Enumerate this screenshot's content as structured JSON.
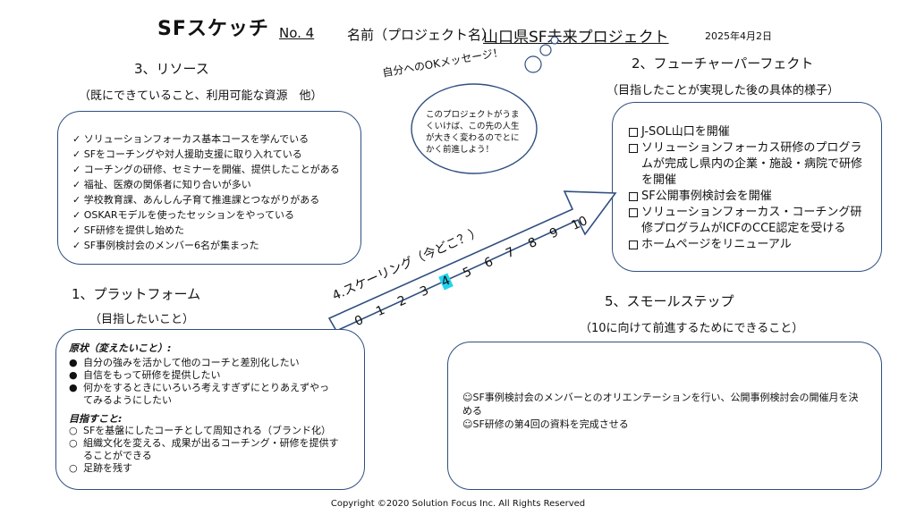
{
  "header": {
    "title": "SFスケッチ",
    "no_label": "No. 4",
    "name_label": "名前（プロジェクト名）",
    "project": "山口県SF未来プロジェクト",
    "date": "2025年4月2日"
  },
  "resources": {
    "heading": "3、リソース",
    "sub": "（既にできていること、利用可能な資源　他）",
    "items": [
      "ソリューションフォーカス基本コースを学んでいる",
      "SFをコーチングや対人援助支援に取り入れている",
      "コーチングの研修、セミナーを開催、提供したことがある",
      "福祉、医療の関係者に知り合いが多い",
      "学校教育課、あんしん子育て推進課とつながりがある",
      "OSKARモデルを使ったセッションをやっている",
      "SF研修を提供し始めた",
      "SF事例検討会のメンバー6名が集まった"
    ]
  },
  "bubble": {
    "ok_label": "自分へのOKメッセージ！",
    "message": "このプロジェクトがうまくいけば、この先の人生が大きく変わるのでとにかく前進しよう！"
  },
  "future": {
    "heading": "2、フューチャーパーフェクト",
    "sub": "（目指したことが実現した後の具体的様子）",
    "items": [
      "J-SOL山口を開催",
      "ソリューションフォーカス研修のプログラムが完成し県内の企業・施設・病院で研修を開催",
      "SF公開事例検討会を開催",
      "ソリューションフォーカス・コーチング研修プログラムがICFのCCE認定を受ける",
      "ホームページをリニューアル"
    ]
  },
  "scaling": {
    "label": "4.スケーリング（今どこ？）",
    "numbers": [
      "0",
      "1",
      "2",
      "3",
      "4",
      "5",
      "6",
      "7",
      "8",
      "9",
      "10"
    ],
    "current": "4",
    "highlight_color": "#22d3ee"
  },
  "platform": {
    "heading": "1、プラットフォーム",
    "sub": "（目指したいこと）",
    "current_label": "原状（変えたいこと）:",
    "current_items": [
      "自分の強みを活かして他のコーチと差別化したい",
      "自信をもって研修を提供したい",
      "何かをするときにいろいろ考えすぎずにとりあえずやってみるようにしたい"
    ],
    "goal_label": "目指すこと:",
    "goal_items": [
      "SFを基盤にしたコーチとして周知される（ブランド化）",
      "組織文化を変える、成果が出るコーチング・研修を提供することができる",
      "足跡を残す"
    ]
  },
  "small_steps": {
    "heading": "5、スモールステップ",
    "sub": "（10に向けて前進するためにできること）",
    "items": [
      "☺SF事例検討会のメンバーとのオリエンテーションを行い、公開事例検討会の開催月を決める",
      "☺SF研修の第4回の資料を完成させる"
    ]
  },
  "footer": {
    "copyright": "Copyright ©2020 Solution Focus Inc. All Rights Reserved"
  },
  "colors": {
    "box_border": "#2f4f7f",
    "highlight": "#22d3ee"
  }
}
